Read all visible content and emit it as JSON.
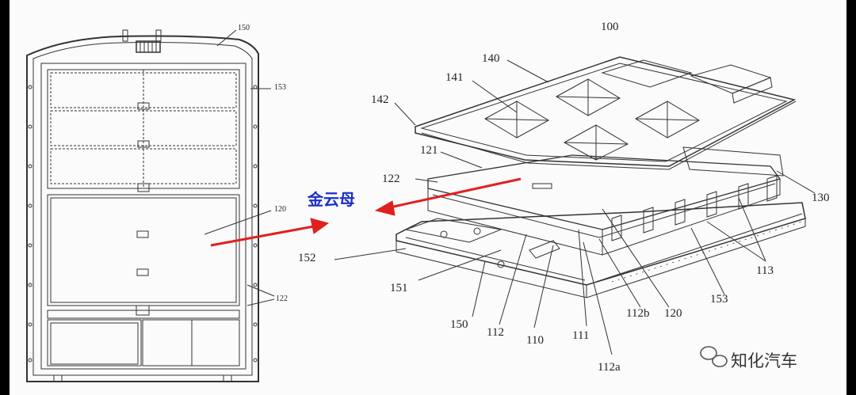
{
  "left_view": {
    "labels": {
      "l150": "150",
      "l153": "153",
      "l120": "120",
      "l122": "122"
    }
  },
  "right_view": {
    "labels": {
      "l100": "100",
      "l140": "140",
      "l141": "141",
      "l142": "142",
      "l121": "121",
      "l122": "122",
      "l130": "130",
      "l152": "152",
      "l151": "151",
      "l150": "150",
      "l112": "112",
      "l110": "110",
      "l111": "111",
      "l112a": "112a",
      "l112b": "112b",
      "l120": "120",
      "l153": "153",
      "l113": "113"
    }
  },
  "annotation": {
    "text": "金云母",
    "arrow_color": "#e02020"
  },
  "watermark": {
    "text": "知化汽车",
    "icon": "wechat-icon"
  }
}
